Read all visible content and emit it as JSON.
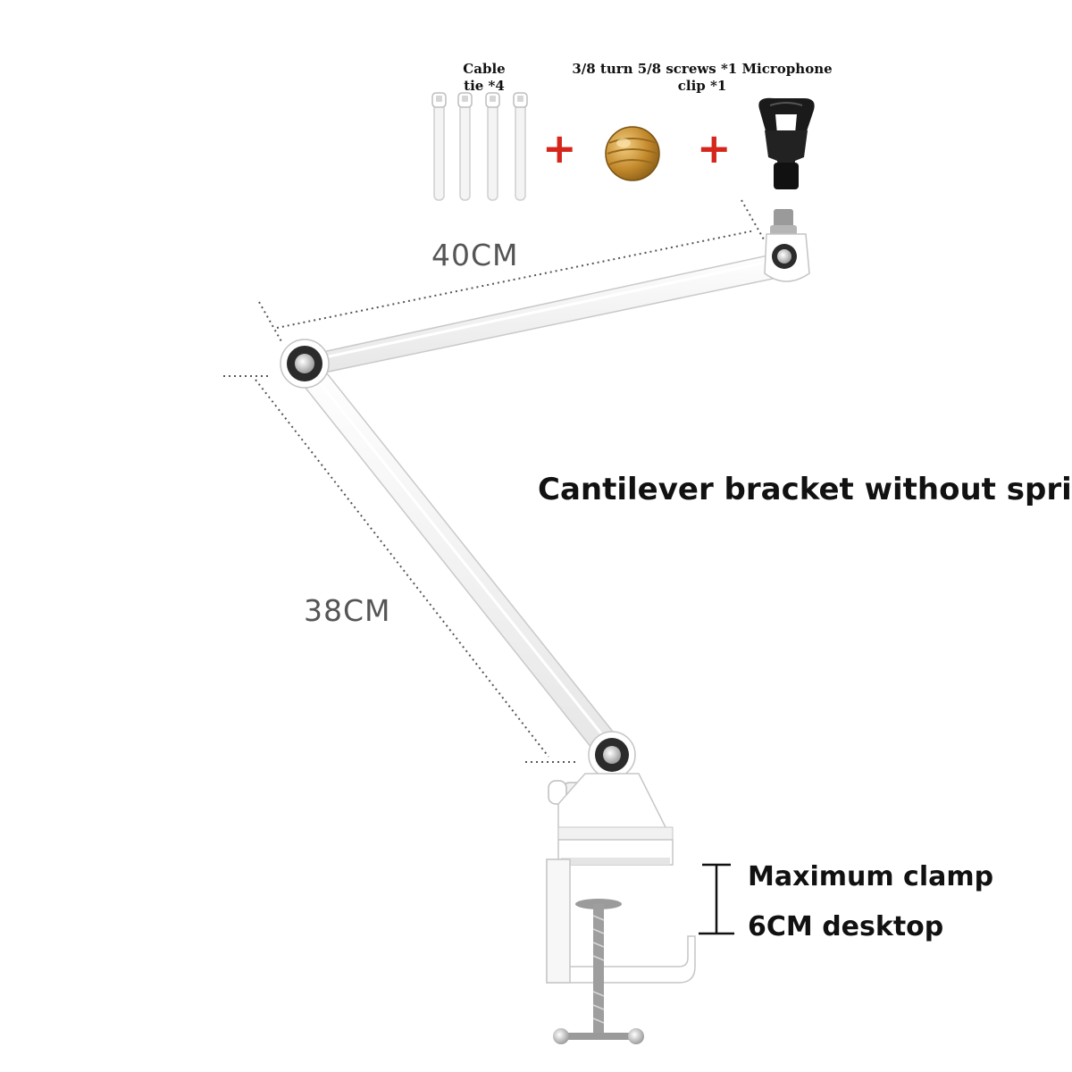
{
  "accessories": {
    "cable_tie_line1": "Cable",
    "cable_tie_line2": "tie *4",
    "screw_clip_line1": "3/8 turn 5/8 screws *1 Microphone",
    "screw_clip_line2": "clip *1",
    "plus_symbol": "+"
  },
  "dimensions": {
    "upper_arm": "40CM",
    "lower_arm": "38CM"
  },
  "headline": "Cantilever bracket without spring",
  "clamp_note": {
    "line1": "Maximum clamp",
    "line2": "6CM desktop"
  },
  "colors": {
    "arm_fill": "#ffffff",
    "arm_stroke": "#c9c9c9",
    "plus_red": "#d6261c",
    "brass": "#c48a2c",
    "clip_black": "#1a1a1a",
    "text": "#111111",
    "dim_text": "#555555"
  }
}
